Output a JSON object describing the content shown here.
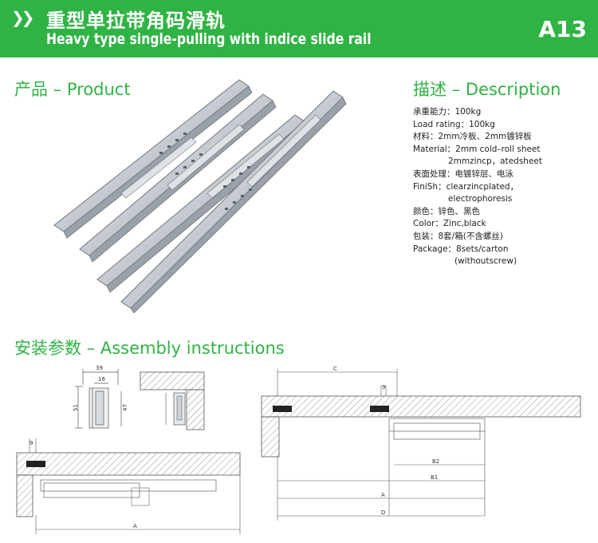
{
  "header": {
    "title_cn": "重型单拉带角码滑轨",
    "title_en": "Heavy type single-pulling with indice slide rail",
    "code": "A13",
    "chevron_icon": "double-chevron-right-icon",
    "bg_color": "#2fb344"
  },
  "sections": {
    "product": "产品 – Product",
    "description": "描述 – Description",
    "assembly": "安装参数 – Assembly instructions"
  },
  "description": {
    "load_cn": "承重能力：100kg",
    "load_en": "Load rating：100kg",
    "material_cn": "材料：2mm冷板、2mm镀锌板",
    "material_en_1": "Material：2mm cold–roll sheet",
    "material_en_2": "2mmzincp，atedsheet",
    "finish_cn": "表面处理：电镀锌层、电泳",
    "finish_en_1": "FiniSh：clearzincplated，",
    "finish_en_2": "electrophoresis",
    "color_cn": "颜色：锌色、黑色",
    "color_en": "Color：Zinc,black",
    "package_cn": "包装：8套/箱(不含螺丝)",
    "package_en_1": "Package：8sets/carton",
    "package_en_2": "(withoutscrew)"
  },
  "diagrams": {
    "cross_section": {
      "width": "39",
      "inner_width": "16",
      "height": "51",
      "inner_height": "47"
    },
    "left_install": {
      "gap": "9",
      "length": "A"
    },
    "right_install": {
      "dim_c": "C",
      "gap": "9",
      "dim_b2": "B2",
      "dim_b1": "B1",
      "dim_a": "A",
      "dim_d": "D"
    }
  }
}
